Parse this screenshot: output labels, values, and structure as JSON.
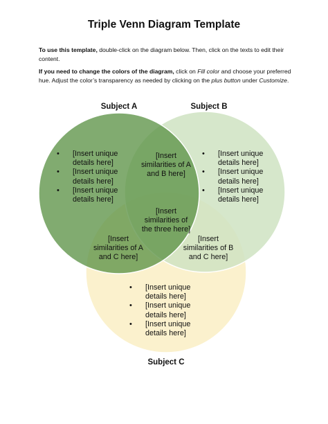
{
  "title": "Triple Venn Diagram Template",
  "instructions": {
    "p1_bold": "To use this template,",
    "p1_rest": " double-click on the diagram below. Then, click on the texts to edit their content.",
    "p2_bold": "If you need to change the colors of the diagram,",
    "p2_a": " click on ",
    "p2_fill": "Fill color",
    "p2_b": " and choose your preferred hue. Adjust the color’s transparency as needed by clicking on the ",
    "p2_plus": "plus button",
    "p2_c": " under ",
    "p2_customize": "Customize",
    "p2_end": "."
  },
  "subjects": {
    "a": "Subject A",
    "b": "Subject B",
    "c": "Subject C"
  },
  "lists": {
    "a": [
      "[Insert unique details here]",
      "[Insert unique details here]",
      "[Insert unique details here]"
    ],
    "b": [
      "[Insert unique details here]",
      "[Insert unique details here]",
      "[Insert unique details here]"
    ],
    "c": [
      "[Insert unique details here]",
      "[Insert unique details here]",
      "[Insert unique details here]"
    ]
  },
  "overlaps": {
    "ab": "[Insert similarities of A and B here]",
    "ac": "[Insert similarities of A and C here]",
    "bc": "[Insert similarities of B and C here]",
    "abc": "[Insert similarities of the three here]"
  },
  "colors": {
    "circle_a_fill": "#5e9448",
    "circle_a_stroke": "#ffffff",
    "circle_b_fill": "#cfe3c2",
    "circle_b_stroke": "#ffffff",
    "circle_c_fill": "#fbf1cd",
    "circle_c_stroke": "#ffffff"
  }
}
